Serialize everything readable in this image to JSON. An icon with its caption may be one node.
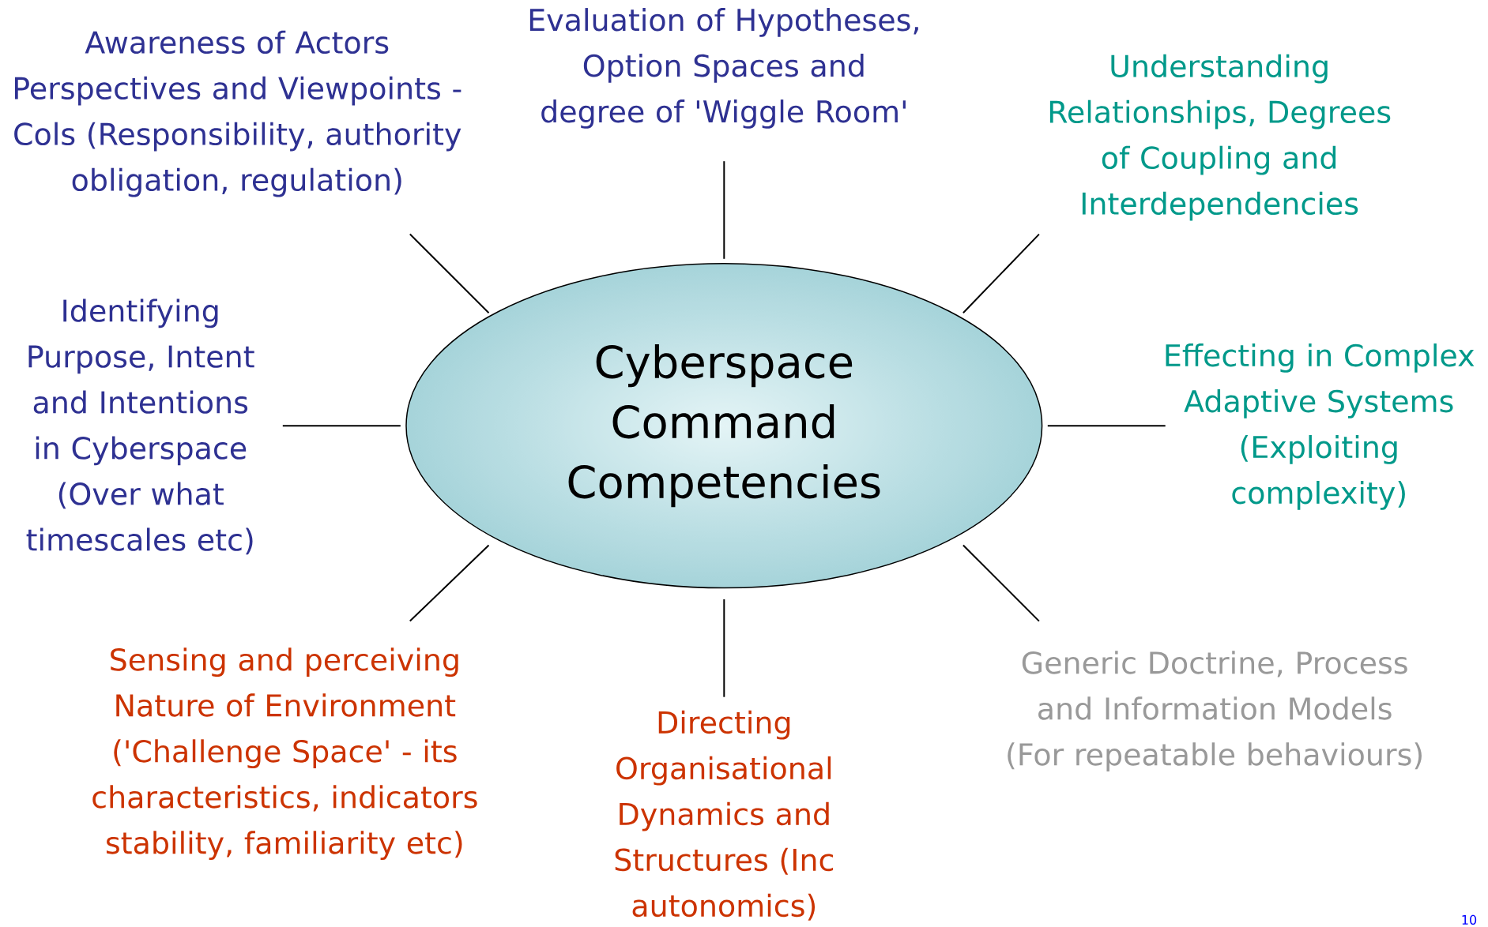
{
  "diagram": {
    "nodes": [
      {
        "text": [
          "Cyberspace Command Competencies"
        ]
      },
      {
        "text": [
          "Awareness of Actors Perspectives and Viewpoints - Cols (Responsibility, authority obligation, regulation)"
        ]
      },
      {
        "text": [
          "Evaluation of Hypotheses, Option Spaces and degree of 'Wiggle Room'"
        ]
      },
      {
        "text": [
          "Understanding Relationships, Degrees of Coupling and Interdependencies"
        ]
      },
      {
        "text": [
          "Identifying Purpose, Intent and Intentions in Cyberspace (Over what timescales etc)"
        ]
      },
      {
        "text": [
          "Effecting in Complex Adaptive Systems (Exploiting complexity)"
        ]
      },
      {
        "text": [
          "Sensing and perceiving Nature of Environment ('Challenge Space' - its characteristics, indicators stability, familiarity etc)"
        ]
      },
      {
        "text": [
          "Directing Organisational Dynamics and Structures (Inc autonomics)"
        ]
      },
      {
        "text": [
          "Generic Doctrine, Process and Information Models (For repeatable behaviours)"
        ]
      }
    ],
    "edges": [
      {
        "from": 0,
        "to": 1,
        "arrow": "none"
      },
      {
        "from": 0,
        "to": 2,
        "arrow": "none"
      },
      {
        "from": 0,
        "to": 3,
        "arrow": "none"
      },
      {
        "from": 0,
        "to": 4,
        "arrow": "none"
      },
      {
        "from": 0,
        "to": 5,
        "arrow": "none"
      },
      {
        "from": 0,
        "to": 6,
        "arrow": "none"
      },
      {
        "from": 0,
        "to": 7,
        "arrow": "none"
      },
      {
        "from": 0,
        "to": 8,
        "arrow": "none"
      }
    ],
    "labels": [
      "10"
    ]
  }
}
